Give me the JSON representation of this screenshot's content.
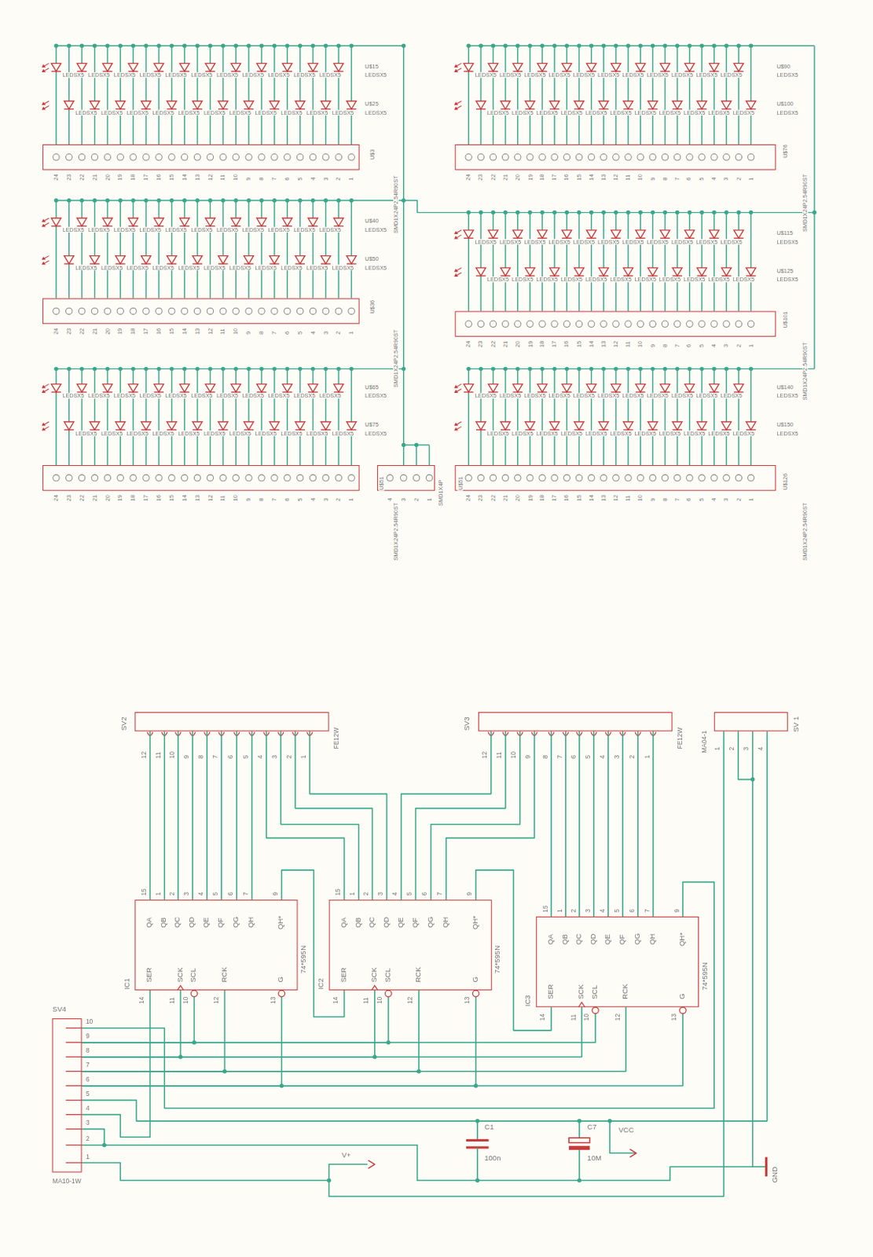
{
  "diagram": {
    "nodes": [
      {
        "text": [
          "U$3",
          "SMD1X24P2.54R90ST"
        ]
      },
      {
        "text": [
          "U$76",
          "SMD1X24P2.54R90ST"
        ]
      },
      {
        "text": [
          "U$36",
          "SMD1X24P2.54R90ST"
        ]
      },
      {
        "text": [
          "U$101",
          "SMD1X24P2.54R90ST"
        ]
      },
      {
        "text": [
          "SMD1X24P2.54R90ST"
        ]
      },
      {
        "text": [
          "U$51",
          "SMD1X4P"
        ]
      },
      {
        "text": [
          "U$126",
          "SMD1X24P2.54R90ST"
        ]
      },
      {
        "text": [
          "SV2",
          "FE12W"
        ]
      },
      {
        "text": [
          "SV3",
          "FE12W"
        ]
      },
      {
        "text": [
          "MA04-1",
          "SV 1"
        ]
      },
      {
        "text": [
          "IC1",
          "74*595N",
          "QA",
          "QB",
          "QC",
          "QD",
          "QE",
          "QF",
          "QG",
          "QH",
          "QH*",
          "SER",
          "SCK",
          "SCL",
          "RCK",
          "G"
        ]
      },
      {
        "text": [
          "IC2",
          "74*595N",
          "QA",
          "QB",
          "QC",
          "QD",
          "QE",
          "QF",
          "QG",
          "QH",
          "QH*",
          "SER",
          "SCK",
          "SCL",
          "RCK",
          "G"
        ]
      },
      {
        "text": [
          "IC3",
          "74*595N",
          "QA",
          "QB",
          "QC",
          "QD",
          "QE",
          "QF",
          "QG",
          "QH",
          "QH*",
          "SER",
          "SCK",
          "SCL",
          "RCK",
          "G"
        ]
      },
      {
        "text": [
          "SV4",
          "MA10-1W"
        ]
      }
    ],
    "edges": [
      {
        "from": 10,
        "to": 7,
        "arrow": "none"
      },
      {
        "from": 10,
        "to": 7,
        "arrow": "none"
      },
      {
        "from": 10,
        "to": 7,
        "arrow": "none"
      },
      {
        "from": 10,
        "to": 7,
        "arrow": "none"
      },
      {
        "from": 10,
        "to": 7,
        "arrow": "none"
      },
      {
        "from": 10,
        "to": 7,
        "arrow": "none"
      },
      {
        "from": 10,
        "to": 7,
        "arrow": "none"
      },
      {
        "from": 10,
        "to": 7,
        "arrow": "none"
      },
      {
        "from": 10,
        "to": 11,
        "arrow": "none"
      },
      {
        "from": 7,
        "to": 11,
        "arrow": "none"
      },
      {
        "from": 7,
        "to": 11,
        "arrow": "none"
      },
      {
        "from": 7,
        "to": 11,
        "arrow": "none"
      },
      {
        "from": 7,
        "to": 11,
        "arrow": "none"
      },
      {
        "from": 8,
        "to": 11,
        "arrow": "none"
      },
      {
        "from": 8,
        "to": 11,
        "arrow": "none"
      },
      {
        "from": 8,
        "to": 11,
        "arrow": "none"
      },
      {
        "from": 8,
        "to": 11,
        "arrow": "none"
      },
      {
        "from": 11,
        "to": 12,
        "arrow": "none"
      },
      {
        "from": 12,
        "to": 8,
        "arrow": "none"
      },
      {
        "from": 12,
        "to": 8,
        "arrow": "none"
      },
      {
        "from": 12,
        "to": 8,
        "arrow": "none"
      },
      {
        "from": 12,
        "to": 8,
        "arrow": "none"
      },
      {
        "from": 12,
        "to": 8,
        "arrow": "none"
      },
      {
        "from": 12,
        "to": 8,
        "arrow": "none"
      },
      {
        "from": 12,
        "to": 8,
        "arrow": "none"
      },
      {
        "from": 12,
        "to": 8,
        "arrow": "none"
      },
      {
        "from": 13,
        "to": 12,
        "arrow": "none"
      },
      {
        "from": 13,
        "to": 10,
        "arrow": "none"
      },
      {
        "from": 13,
        "to": 11,
        "arrow": "none"
      },
      {
        "from": 13,
        "to": 12,
        "arrow": "none"
      },
      {
        "from": 13,
        "to": 10,
        "arrow": "none"
      },
      {
        "from": 13,
        "to": 11,
        "arrow": "none"
      },
      {
        "from": 13,
        "to": 12,
        "arrow": "none"
      },
      {
        "from": 13,
        "to": 10,
        "arrow": "none"
      },
      {
        "from": 13,
        "to": 11,
        "arrow": "none"
      },
      {
        "from": 13,
        "to": 12,
        "arrow": "none"
      },
      {
        "from": 13,
        "to": 10,
        "arrow": "none"
      },
      {
        "from": 13,
        "to": 11,
        "arrow": "none"
      },
      {
        "from": 13,
        "to": 12,
        "arrow": "none"
      },
      {
        "from": 13,
        "to": 10,
        "arrow": "none"
      },
      {
        "from": 13,
        "to": 9,
        "arrow": "none"
      },
      {
        "from": 13,
        "to": 9,
        "arrow": "none"
      },
      {
        "from": 13,
        "to": 9,
        "arrow": "none"
      }
    ],
    "labels": [
      "U$15",
      "LEDSX5",
      "LEDSX5",
      "LEDSX5",
      "LEDSX5",
      "LEDSX5",
      "LEDSX5",
      "LEDSX5",
      "LEDSX5",
      "LEDSX5",
      "LEDSX5",
      "LEDSX5",
      "LEDSX5",
      "U$25",
      "LEDSX5",
      "LEDSX5",
      "LEDSX5",
      "LEDSX5",
      "LEDSX5",
      "LEDSX5",
      "LEDSX5",
      "LEDSX5",
      "LEDSX5",
      "LEDSX5",
      "LEDSX5",
      "LEDSX5",
      "24",
      "23",
      "22",
      "21",
      "20",
      "19",
      "18",
      "17",
      "16",
      "15",
      "14",
      "13",
      "12",
      "11",
      "10",
      "9",
      "8",
      "7",
      "6",
      "5",
      "4",
      "3",
      "2",
      "1",
      "U$90",
      "LEDSX5",
      "LEDSX5",
      "LEDSX5",
      "LEDSX5",
      "LEDSX5",
      "LEDSX5",
      "LEDSX5",
      "LEDSX5",
      "LEDSX5",
      "LEDSX5",
      "LEDSX5",
      "LEDSX5",
      "U$100",
      "LEDSX5",
      "LEDSX5",
      "LEDSX5",
      "LEDSX5",
      "LEDSX5",
      "LEDSX5",
      "LEDSX5",
      "LEDSX5",
      "LEDSX5",
      "LEDSX5",
      "LEDSX5",
      "LEDSX5",
      "24",
      "23",
      "22",
      "21",
      "20",
      "19",
      "18",
      "17",
      "16",
      "15",
      "14",
      "13",
      "12",
      "11",
      "10",
      "9",
      "8",
      "7",
      "6",
      "5",
      "4",
      "3",
      "2",
      "1",
      "U$40",
      "LEDSX5",
      "LEDSX5",
      "LEDSX5",
      "LEDSX5",
      "LEDSX5",
      "LEDSX5",
      "LEDSX5",
      "LEDSX5",
      "LEDSX5",
      "LEDSX5",
      "LEDSX5",
      "LEDSX5",
      "U$50",
      "LEDSX5",
      "LEDSX5",
      "LEDSX5",
      "LEDSX5",
      "LEDSX5",
      "LEDSX5",
      "LEDSX5",
      "LEDSX5",
      "LEDSX5",
      "LEDSX5",
      "LEDSX5",
      "LEDSX5",
      "24",
      "23",
      "22",
      "21",
      "20",
      "19",
      "18",
      "17",
      "16",
      "15",
      "14",
      "13",
      "12",
      "11",
      "10",
      "9",
      "8",
      "7",
      "6",
      "5",
      "4",
      "3",
      "2",
      "1",
      "U$115",
      "LEDSX5",
      "LEDSX5",
      "LEDSX5",
      "LEDSX5",
      "LEDSX5",
      "LEDSX5",
      "LEDSX5",
      "LEDSX5",
      "LEDSX5",
      "LEDSX5",
      "LEDSX5",
      "LEDSX5",
      "U$125",
      "LEDSX5",
      "LEDSX5",
      "LEDSX5",
      "LEDSX5",
      "LEDSX5",
      "LEDSX5",
      "LEDSX5",
      "LEDSX5",
      "LEDSX5",
      "LEDSX5",
      "LEDSX5",
      "LEDSX5",
      "24",
      "23",
      "22",
      "21",
      "20",
      "19",
      "18",
      "17",
      "16",
      "15",
      "14",
      "13",
      "12",
      "11",
      "10",
      "9",
      "8",
      "7",
      "6",
      "5",
      "4",
      "3",
      "2",
      "1",
      "U$65",
      "LEDSX5",
      "LEDSX5",
      "LEDSX5",
      "LEDSX5",
      "LEDSX5",
      "LEDSX5",
      "LEDSX5",
      "LEDSX5",
      "LEDSX5",
      "LEDSX5",
      "LEDSX5",
      "LEDSX5",
      "U$75",
      "LEDSX5",
      "LEDSX5",
      "LEDSX5",
      "LEDSX5",
      "LEDSX5",
      "LEDSX5",
      "LEDSX5",
      "LEDSX5",
      "LEDSX5",
      "LEDSX5",
      "LEDSX5",
      "LEDSX5",
      "24",
      "23",
      "22",
      "21",
      "20",
      "19",
      "18",
      "17",
      "16",
      "15",
      "14",
      "13",
      "12",
      "11",
      "10",
      "9",
      "8",
      "7",
      "6",
      "5",
      "4",
      "3",
      "2",
      "1",
      "U$140",
      "LEDSX5",
      "LEDSX5",
      "LEDSX5",
      "LEDSX5",
      "LEDSX5",
      "LEDSX5",
      "LEDSX5",
      "LEDSX5",
      "LEDSX5",
      "LEDSX5",
      "LEDSX5",
      "LEDSX5",
      "U$150",
      "LEDSX5",
      "LEDSX5",
      "LEDSX5",
      "LEDSX5",
      "LEDSX5",
      "LEDSX5",
      "LEDSX5",
      "LEDSX5",
      "LEDSX5",
      "LEDSX5",
      "LEDSX5",
      "LEDSX5",
      "24",
      "23",
      "22",
      "21",
      "20",
      "19",
      "18",
      "17",
      "16",
      "15",
      "14",
      "13",
      "12",
      "11",
      "10",
      "9",
      "8",
      "7",
      "6",
      "5",
      "4",
      "3",
      "2",
      "1",
      "U$51",
      "4",
      "3",
      "2",
      "1",
      "12",
      "11",
      "10",
      "9",
      "8",
      "7",
      "6",
      "5",
      "4",
      "3",
      "2",
      "1",
      "12",
      "11",
      "10",
      "9",
      "8",
      "7",
      "6",
      "5",
      "4",
      "3",
      "2",
      "1",
      "1",
      "2",
      "3",
      "4",
      "15",
      "1",
      "2",
      "3",
      "4",
      "5",
      "6",
      "7",
      "9",
      "14",
      "11",
      "10",
      "12",
      "13",
      "15",
      "1",
      "2",
      "3",
      "4",
      "5",
      "6",
      "7",
      "9",
      "14",
      "11",
      "10",
      "12",
      "13",
      "15",
      "1",
      "2",
      "3",
      "4",
      "5",
      "6",
      "7",
      "9",
      "14",
      "11",
      "10",
      "12",
      "13",
      "10",
      "9",
      "8",
      "7",
      "6",
      "5",
      "4",
      "3",
      "2",
      "1",
      "C1",
      "100n",
      "C7",
      "10M",
      "V+",
      "VCC",
      "GND"
    ]
  }
}
